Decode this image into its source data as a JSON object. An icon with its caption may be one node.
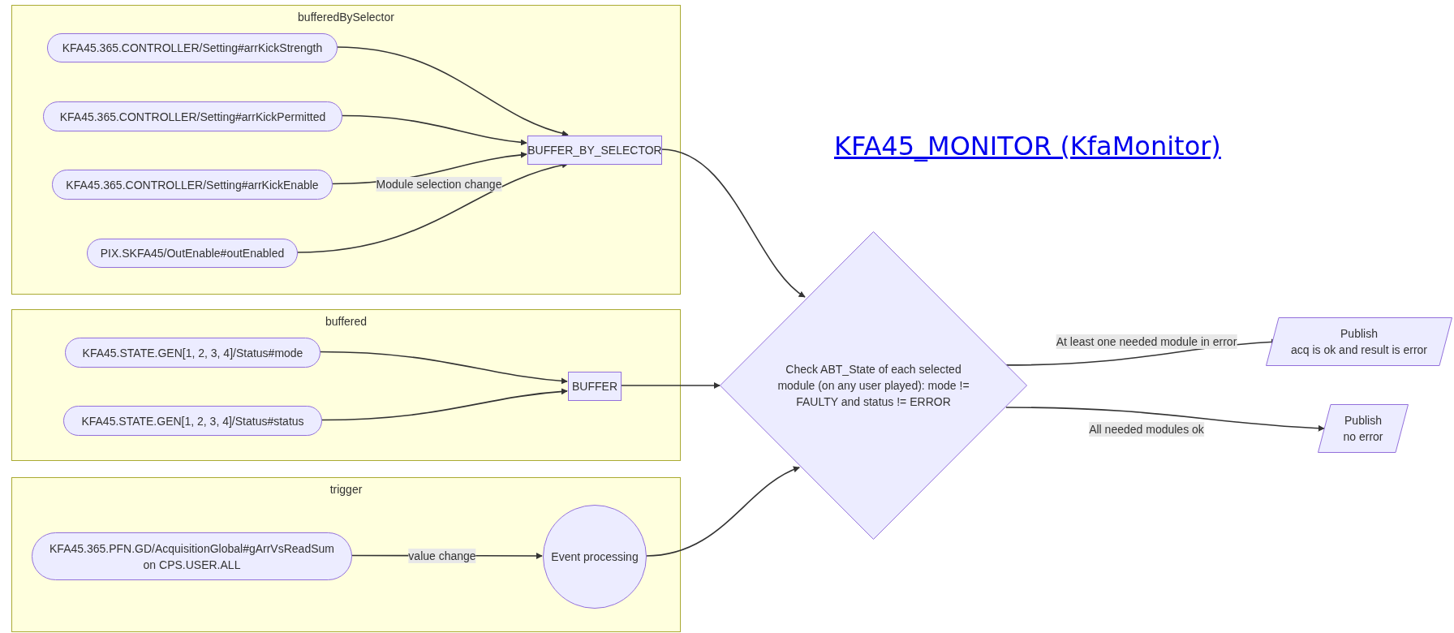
{
  "diagram": {
    "title": "KFA45_MONITOR (KfaMonitor)",
    "nodes": [
      {
        "text": [
          "bufferedBySelector"
        ]
      },
      {
        "text": [
          "KFA45.365.CONTROLLER/Setting#arrKickStrength"
        ],
        "in": 0
      },
      {
        "text": [
          "KFA45.365.CONTROLLER/Setting#arrKickPermitted"
        ],
        "in": 0
      },
      {
        "text": [
          "KFA45.365.CONTROLLER/Setting#arrKickEnable"
        ],
        "in": 0
      },
      {
        "text": [
          "PIX.SKFA45/OutEnable#outEnabled"
        ],
        "in": 0
      },
      {
        "text": [
          "BUFFER_BY_SELECTOR"
        ],
        "in": 0
      },
      {
        "text": [
          "buffered"
        ]
      },
      {
        "text": [
          "KFA45.STATE.GEN[1, 2, 3, 4]/Status#mode"
        ],
        "in": 6
      },
      {
        "text": [
          "KFA45.STATE.GEN[1, 2, 3, 4]/Status#status"
        ],
        "in": 6
      },
      {
        "text": [
          "BUFFER"
        ],
        "in": 6
      },
      {
        "text": [
          "trigger"
        ]
      },
      {
        "text": [
          "KFA45.365.PFN.GD/AcquisitionGlobal#gArrVsReadSum on CPS.USER.ALL"
        ],
        "in": 10
      },
      {
        "text": [
          "Event processing"
        ],
        "in": 10
      },
      {
        "text": [
          "Check ABT_State of each selected module (on any user played): mode != FAULTY and status != ERROR"
        ]
      },
      {
        "text": [
          "Publish",
          "acq is ok and result is error"
        ]
      },
      {
        "text": [
          "Publish",
          "no error"
        ]
      }
    ],
    "edges": [
      {
        "from": 1,
        "to": 5,
        "arrow": "to"
      },
      {
        "from": 2,
        "to": 5,
        "arrow": "to"
      },
      {
        "from": 3,
        "to": 5,
        "arrow": "to",
        "label": "Module selection change"
      },
      {
        "from": 4,
        "to": 5,
        "arrow": "to"
      },
      {
        "from": 5,
        "to": 13,
        "arrow": "to"
      },
      {
        "from": 7,
        "to": 9,
        "arrow": "to"
      },
      {
        "from": 8,
        "to": 9,
        "arrow": "to"
      },
      {
        "from": 9,
        "to": 13,
        "arrow": "to"
      },
      {
        "from": 11,
        "to": 12,
        "arrow": "to",
        "label": "value change"
      },
      {
        "from": 12,
        "to": 13,
        "arrow": "to"
      },
      {
        "from": 13,
        "to": 14,
        "arrow": "to",
        "label": "At least one needed module in error"
      },
      {
        "from": 13,
        "to": 15,
        "arrow": "to",
        "label": "All needed modules ok"
      }
    ]
  }
}
